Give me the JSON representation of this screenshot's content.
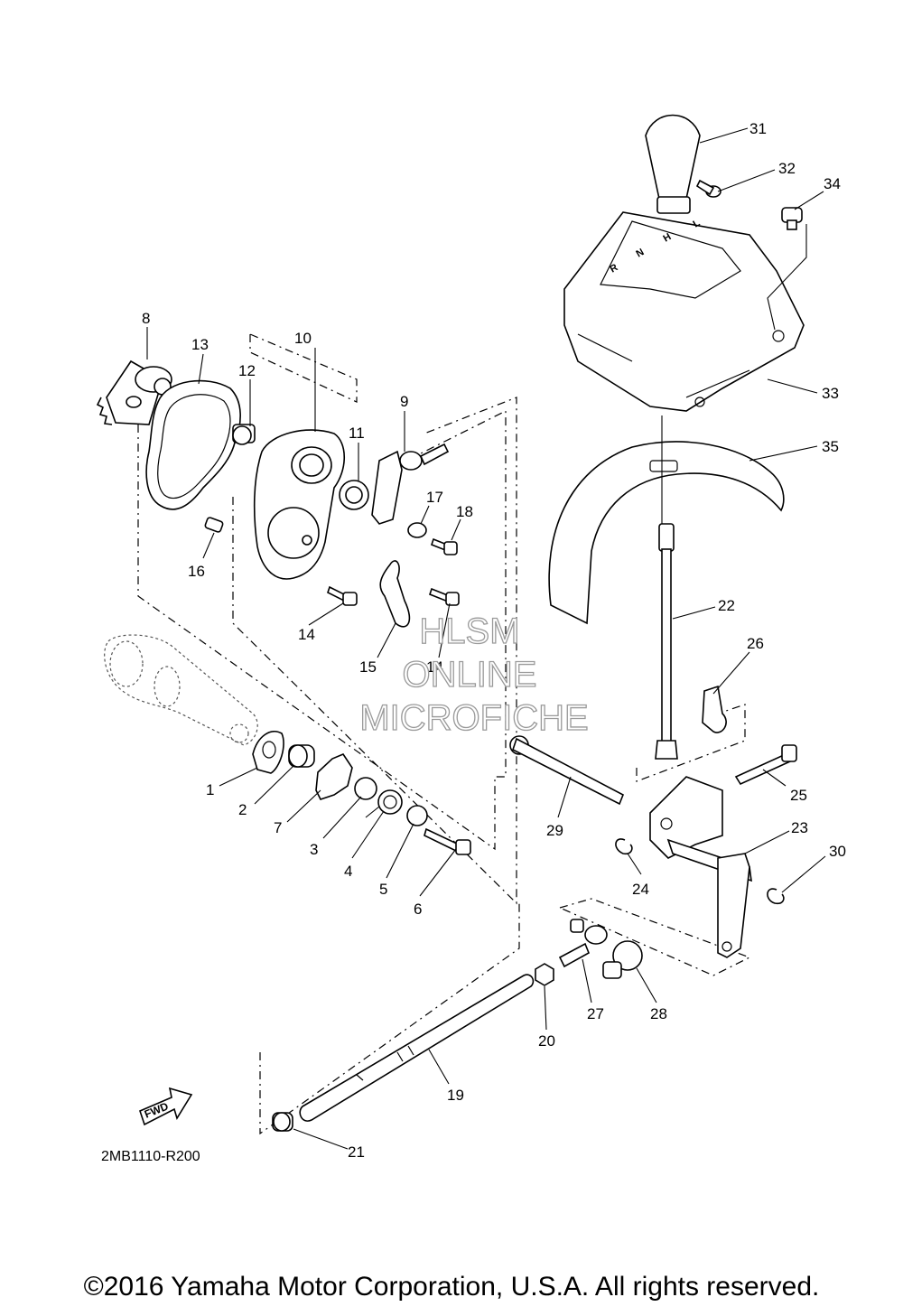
{
  "diagram": {
    "code": "2MB1110-R200",
    "fwd_label": "FWD",
    "shift_gate_letters": [
      "R",
      "N",
      "H",
      "L"
    ],
    "callouts": [
      "1",
      "2",
      "3",
      "4",
      "5",
      "6",
      "7",
      "8",
      "9",
      "10",
      "11",
      "12",
      "13",
      "14",
      "14",
      "15",
      "16",
      "17",
      "18",
      "19",
      "20",
      "21",
      "22",
      "23",
      "24",
      "25",
      "26",
      "27",
      "28",
      "29",
      "30",
      "31",
      "32",
      "33",
      "34",
      "35"
    ]
  },
  "watermark": {
    "line1": "HLSM",
    "line2": "ONLINE",
    "line3": "MICROFICHE"
  },
  "footer": {
    "copyright": "©2016 Yamaha Motor Corporation, U.S.A. All rights reserved."
  }
}
